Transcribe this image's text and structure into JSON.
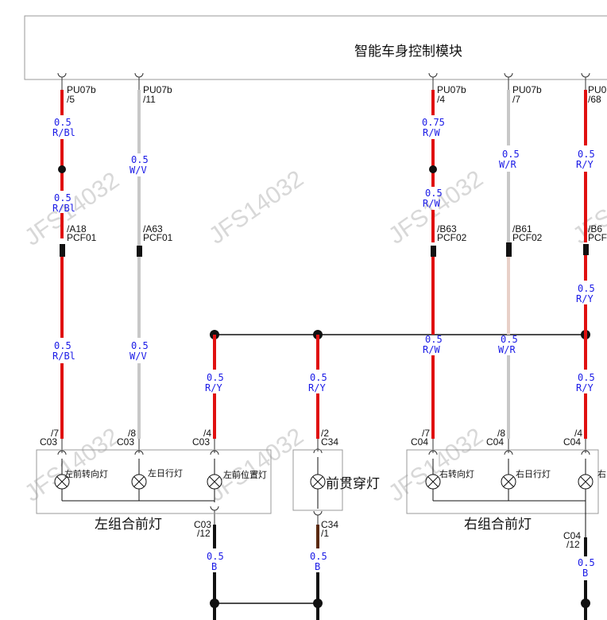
{
  "module_title": "智能车身控制模块",
  "watermark": "JFS14032",
  "wires": {
    "w1": {
      "top_conn": "PU07b",
      "top_pin": "/5",
      "spec1": "0.5",
      "color1": "R/Bl",
      "spec2": "0.5",
      "color2": "R/Bl",
      "mid_pin": "/A18",
      "mid_conn": "PCF01",
      "spec3": "0.5",
      "color3": "R/Bl",
      "bot_pin": "/7",
      "bot_conn": "C03"
    },
    "w2": {
      "top_conn": "PU07b",
      "top_pin": "/11",
      "spec1": "0.5",
      "color1": "W/V",
      "mid_pin": "/A63",
      "mid_conn": "PCF01",
      "spec3": "0.5",
      "color3": "W/V",
      "bot_pin": "/8",
      "bot_conn": "C03"
    },
    "w3": {
      "spec": "0.5",
      "color": "R/Y",
      "bot_pin": "/4",
      "bot_conn": "C03",
      "gnd_conn": "C03",
      "gnd_pin": "/12",
      "gnd_spec": "0.5",
      "gnd_color": "B"
    },
    "w4": {
      "spec": "0.5",
      "color": "R/Y",
      "bot_pin": "/2",
      "bot_conn": "C34",
      "gnd_conn": "C34",
      "gnd_pin": "/1",
      "gnd_spec": "0.5",
      "gnd_color": "B"
    },
    "w5": {
      "top_conn": "PU07b",
      "top_pin": "/4",
      "spec1": "0.75",
      "color1": "R/W",
      "spec2": "0.5",
      "color2": "R/W",
      "mid_pin": "/B63",
      "mid_conn": "PCF02",
      "spec3": "0.5",
      "color3": "R/W",
      "bot_pin": "/7",
      "bot_conn": "C04"
    },
    "w6": {
      "top_conn": "PU07b",
      "top_pin": "/7",
      "spec1": "0.5",
      "color1": "W/R",
      "mid_pin": "/B61",
      "mid_conn": "PCF02",
      "spec3": "0.5",
      "color3": "W/R",
      "bot_pin": "/8",
      "bot_conn": "C04"
    },
    "w7": {
      "top_conn": "PU0",
      "top_pin": "/68",
      "spec1": "0.5",
      "color1": "R/Y",
      "mid_pin": "/B6",
      "mid_conn": "PCF",
      "spec2": "0.5",
      "color2": "R/Y",
      "spec3": "0.5",
      "color3": "R/Y",
      "bot_pin": "/4",
      "bot_conn": "C04",
      "gnd_conn": "C04",
      "gnd_pin": "/12",
      "gnd_spec": "0.5",
      "gnd_color": "B"
    }
  },
  "left_headlamp": {
    "title": "左组合前灯",
    "lamp1": "左前转向灯",
    "lamp2": "左日行灯",
    "lamp3": "左前位置灯"
  },
  "center_lamp": {
    "title": "前贯穿灯"
  },
  "right_headlamp": {
    "title": "右组合前灯",
    "lamp1": "右转向灯",
    "lamp2": "右日行灯",
    "lamp3": "右"
  },
  "colors": {
    "red_wire": "#e01010",
    "grey_wire": "#c8c8c8",
    "black_wire": "#111111",
    "spec_text": "#1a1ae6"
  }
}
